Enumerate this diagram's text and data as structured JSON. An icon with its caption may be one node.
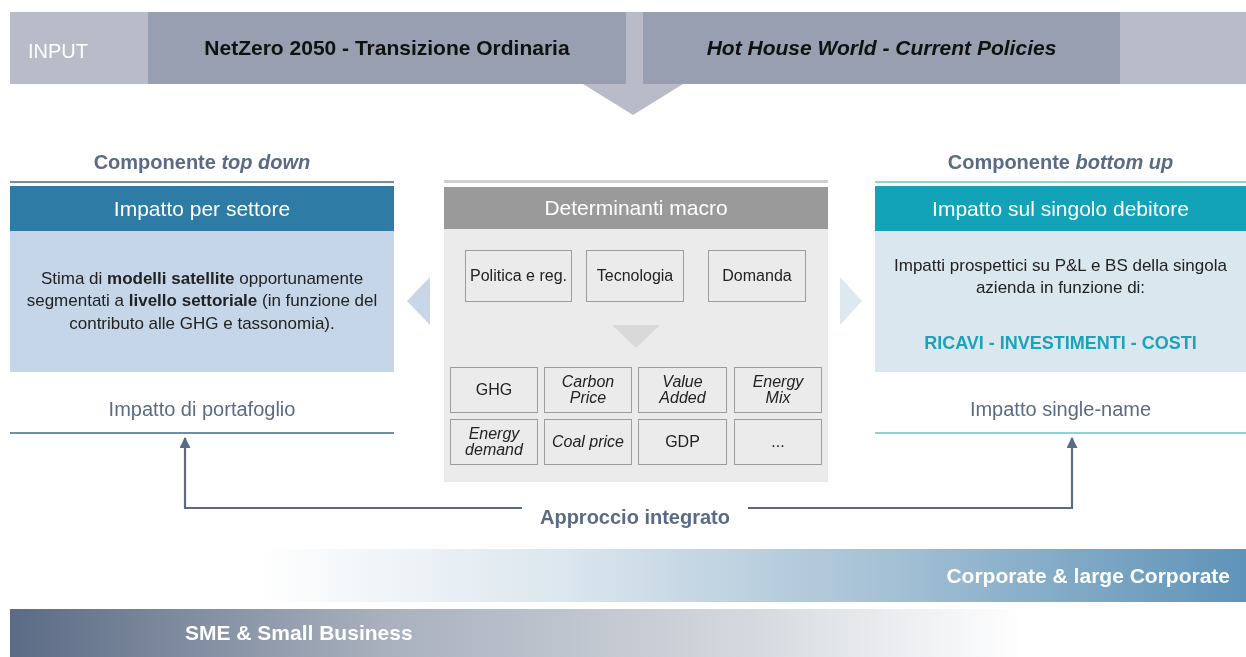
{
  "diagram": {
    "nodes": [
      {
        "text": [
          "INPUT"
        ]
      },
      {
        "text": [
          "NetZero 2050 - Transizione Ordinaria"
        ],
        "in": 0
      },
      {
        "text": [
          "Hot House World - Current Policies"
        ],
        "in": 0
      },
      {
        "text": [
          "Componente *top down*",
          "Impatto per settore",
          "Stima di **modelli satellite** opportunamente segmentati a **livello settoriale** (in funzione del contributo alle GHG e tassonomia).",
          "Impatto di portafoglio"
        ]
      },
      {
        "text": [
          "Determinanti macro"
        ]
      },
      {
        "text": [
          "Politica e reg."
        ],
        "in": 4
      },
      {
        "text": [
          "Tecnologia"
        ],
        "in": 4
      },
      {
        "text": [
          "Domanda"
        ],
        "in": 4
      },
      {
        "text": [
          "GHG"
        ],
        "in": 4
      },
      {
        "text": [
          "Carbon Price"
        ],
        "in": 4
      },
      {
        "text": [
          "Value Added"
        ],
        "in": 4
      },
      {
        "text": [
          "Energy Mix"
        ],
        "in": 4
      },
      {
        "text": [
          "Energy demand"
        ],
        "in": 4
      },
      {
        "text": [
          "Coal price"
        ],
        "in": 4
      },
      {
        "text": [
          "GDP"
        ],
        "in": 4
      },
      {
        "text": [
          "..."
        ],
        "in": 4
      },
      {
        "text": [
          "Componente *bottom up*",
          "Impatto sul singolo debitore",
          "Impatti prospettici su P&L e BS della singola azienda in funzione di:",
          "RICAVI - INVESTIMENTI - COSTI",
          "Impatto single-name"
        ]
      },
      {
        "text": [
          "Approccio integrato"
        ]
      },
      {
        "text": [
          "Corporate & large Corporate"
        ]
      },
      {
        "text": [
          "SME & Small Business"
        ]
      }
    ],
    "edges": [
      {
        "from": 0,
        "to": 4,
        "arrow": "to"
      },
      {
        "from": 4,
        "to": 3,
        "arrow": "to"
      },
      {
        "from": 4,
        "to": 16,
        "arrow": "to"
      },
      {
        "from": 17,
        "to": 3,
        "arrow": "to"
      },
      {
        "from": 17,
        "to": 16,
        "arrow": "to"
      }
    ]
  }
}
